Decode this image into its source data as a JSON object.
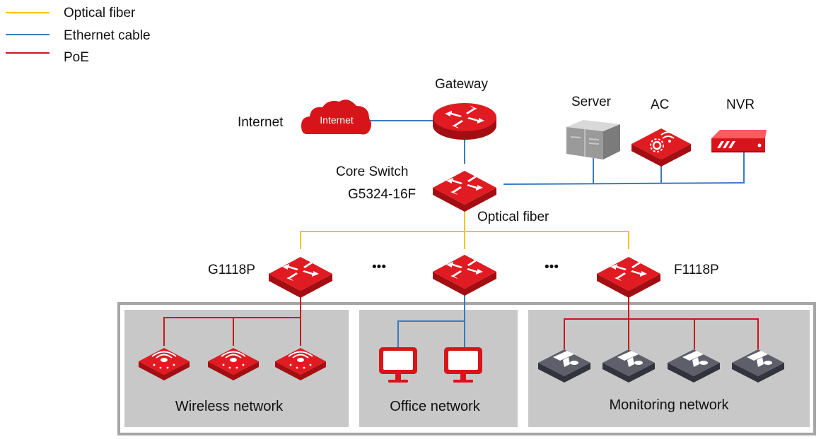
{
  "legend": [
    {
      "label": "Optical fiber",
      "color": "#f5c518"
    },
    {
      "label": "Ethernet cable",
      "color": "#3a7abf"
    },
    {
      "label": "PoE",
      "color": "#c8161d"
    }
  ],
  "nodes": {
    "internet": {
      "label": "Internet",
      "cloud_text": "Internet"
    },
    "gateway": {
      "label": "Gateway"
    },
    "server": {
      "label": "Server"
    },
    "ac": {
      "label": "AC"
    },
    "nvr": {
      "label": "NVR"
    },
    "core_switch": {
      "label_line1": "Core Switch",
      "label_line2": "G5324-16F"
    },
    "uplink": {
      "label": "Optical fiber"
    },
    "access_left": {
      "label": "G1118P"
    },
    "access_right": {
      "label": "F1118P"
    },
    "ellipsis": "•••"
  },
  "groups": {
    "wireless": {
      "label": "Wireless network"
    },
    "office": {
      "label": "Office network"
    },
    "monitoring": {
      "label": "Monitoring network"
    }
  },
  "colors": {
    "device_red": "#d7141a",
    "device_red_dark": "#a30e12",
    "group_bg": "#c8c8c8",
    "frame": "#a6a6a6",
    "camera_gray": "#5a5a66"
  }
}
